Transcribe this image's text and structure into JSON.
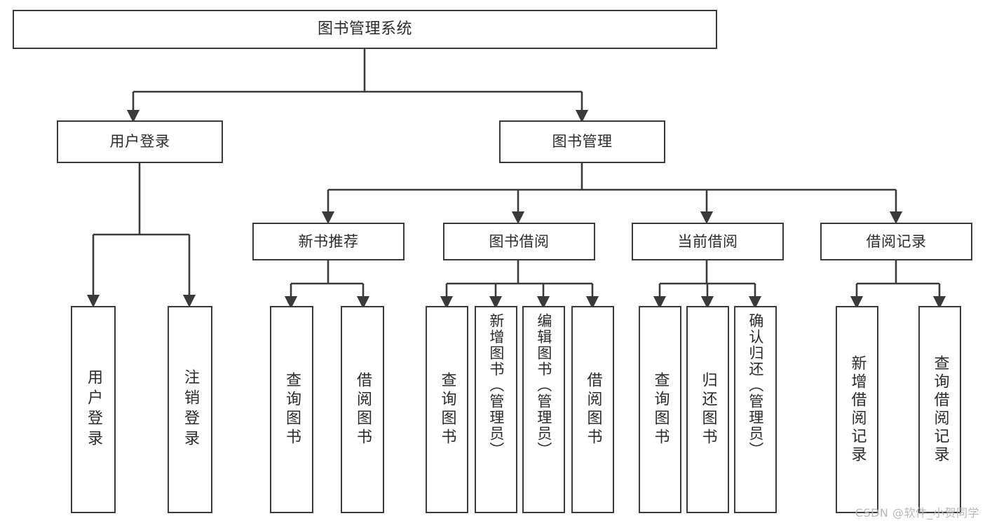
{
  "diagram": {
    "title": "图书管理系统",
    "type": "tree",
    "watermark": "CSDN @软件_小贺同学",
    "colors": {
      "box_border": "#3a3a3a",
      "box_fill": "#ffffff",
      "edge": "#3a3a3a",
      "text": "#2b2b2b",
      "watermark": "#b8b8b8",
      "background": "#ffffff"
    },
    "levels": {
      "root": "图书管理系统",
      "level1": [
        "用户登录",
        "图书管理"
      ],
      "level2": [
        "新书推荐",
        "图书借阅",
        "当前借阅",
        "借阅记录"
      ]
    },
    "nodes": {
      "root": {
        "label": "图书管理系统"
      },
      "user_login": {
        "label": "用户登录"
      },
      "book_manage": {
        "label": "图书管理"
      },
      "new_book_rec": {
        "label": "新书推荐"
      },
      "book_borrow": {
        "label": "图书借阅"
      },
      "current_borrow": {
        "label": "当前借阅"
      },
      "borrow_record": {
        "label": "借阅记录"
      },
      "leaf_user_login": {
        "label": "用户登录"
      },
      "leaf_logout": {
        "label": "注销登录"
      },
      "leaf_query_book_1": {
        "label": "查询图书"
      },
      "leaf_borrow_book_1": {
        "label": "借阅图书"
      },
      "leaf_query_book_2": {
        "label": "查询图书"
      },
      "leaf_add_book": {
        "label": "新增图书（管理员）"
      },
      "leaf_edit_book": {
        "label": "编辑图书（管理员）"
      },
      "leaf_borrow_book_2": {
        "label": "借阅图书"
      },
      "leaf_query_book_3": {
        "label": "查询图书"
      },
      "leaf_return_book": {
        "label": "归还图书"
      },
      "leaf_confirm_return": {
        "label": "确认归还（管理员）"
      },
      "leaf_add_record": {
        "label": "新增借阅记录"
      },
      "leaf_query_record": {
        "label": "查询借阅记录"
      }
    },
    "edges": [
      {
        "from": "root",
        "to": "user_login"
      },
      {
        "from": "root",
        "to": "book_manage"
      },
      {
        "from": "user_login",
        "to": "leaf_user_login"
      },
      {
        "from": "user_login",
        "to": "leaf_logout"
      },
      {
        "from": "book_manage",
        "to": "new_book_rec"
      },
      {
        "from": "book_manage",
        "to": "book_borrow"
      },
      {
        "from": "book_manage",
        "to": "current_borrow"
      },
      {
        "from": "book_manage",
        "to": "borrow_record"
      },
      {
        "from": "new_book_rec",
        "to": "leaf_query_book_1"
      },
      {
        "from": "new_book_rec",
        "to": "leaf_borrow_book_1"
      },
      {
        "from": "book_borrow",
        "to": "leaf_query_book_2"
      },
      {
        "from": "book_borrow",
        "to": "leaf_add_book"
      },
      {
        "from": "book_borrow",
        "to": "leaf_edit_book"
      },
      {
        "from": "book_borrow",
        "to": "leaf_borrow_book_2"
      },
      {
        "from": "current_borrow",
        "to": "leaf_query_book_3"
      },
      {
        "from": "current_borrow",
        "to": "leaf_return_book"
      },
      {
        "from": "current_borrow",
        "to": "leaf_confirm_return"
      },
      {
        "from": "borrow_record",
        "to": "leaf_add_record"
      },
      {
        "from": "borrow_record",
        "to": "leaf_query_record"
      }
    ]
  }
}
